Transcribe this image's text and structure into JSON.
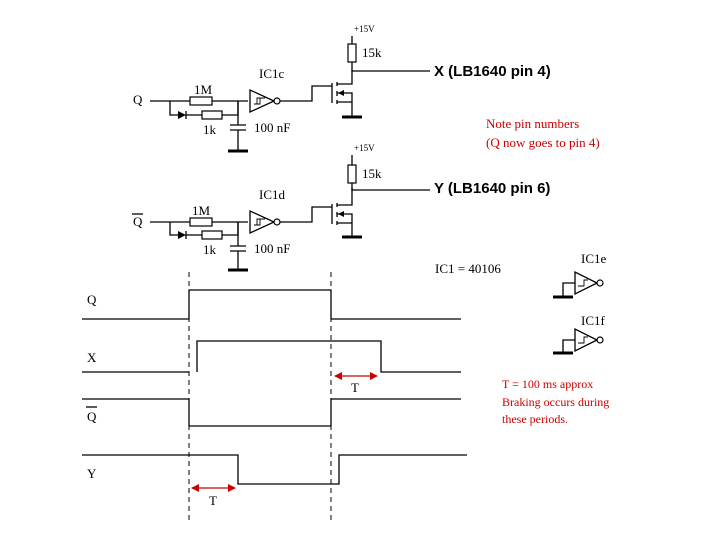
{
  "colors": {
    "wire": "#000000",
    "annotation": "#cc0000",
    "background": "#ffffff"
  },
  "circuit": {
    "top": {
      "input_label": "Q",
      "ic_label": "IC1c",
      "r_series": "1M",
      "r_diode": "1k",
      "cap": "100 nF",
      "supply": "+15V",
      "pullup": "15k",
      "output_label": "X (LB1640 pin 4)"
    },
    "bottom": {
      "input_label": "Q",
      "ic_label": "IC1d",
      "r_series": "1M",
      "r_diode": "1k",
      "cap": "100 nF",
      "supply": "+15V",
      "pullup": "15k",
      "output_label": "Y (LB1640 pin 6)"
    },
    "note_line1": "Note pin numbers",
    "note_line2": "(Q now goes to pin 4)",
    "ic_type": "IC1 =  40106",
    "spare_gate_1": "IC1e",
    "spare_gate_2": "IC1f"
  },
  "timing": {
    "signals": [
      "Q",
      "X",
      "Q",
      "Y"
    ],
    "t_label": "T",
    "note_line1": "T = 100 ms approx",
    "note_line2": "Braking occurs during",
    "note_line3": "these periods."
  }
}
